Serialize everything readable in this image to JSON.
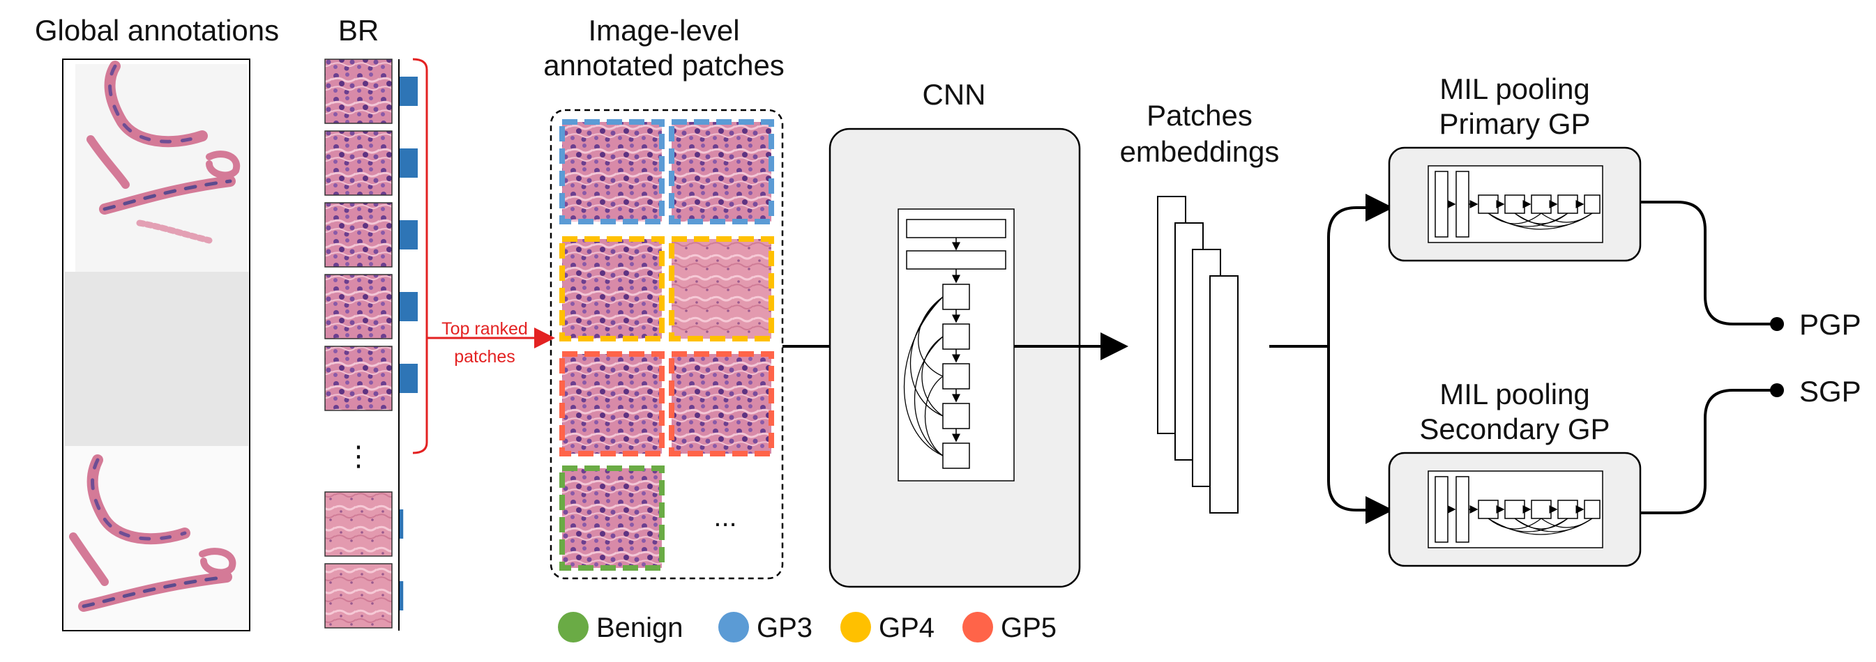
{
  "labels": {
    "global_annotations": "Global annotations",
    "br": "BR",
    "image_level_line1": "Image-level",
    "image_level_line2": "annotated patches",
    "top_ranked_line1": "Top ranked",
    "top_ranked_line2": "patches",
    "cnn": "CNN",
    "embeddings_line1": "Patches",
    "embeddings_line2": "embeddings",
    "mil_primary_line1": "MIL pooling",
    "mil_primary_line2": "Primary GP",
    "mil_secondary_line1": "MIL pooling",
    "mil_secondary_line2": "Secondary GP",
    "pgp": "PGP",
    "sgp": "SGP",
    "ellipsis_vertical": "⋮",
    "ellipsis_horizontal": "..."
  },
  "legend": [
    {
      "label": "Benign",
      "color": "#6aab45"
    },
    {
      "label": "GP3",
      "color": "#5b9bd5"
    },
    {
      "label": "GP4",
      "color": "#ffc000"
    },
    {
      "label": "GP5",
      "color": "#ff6449"
    }
  ],
  "br_bar_levels": [
    1,
    1,
    1,
    1,
    1,
    0.2,
    0.2
  ],
  "colors": {
    "arrow_red": "#e32222",
    "bar_blue": "#2e75b6",
    "box_fill": "#efefef",
    "tissue_pink": "#d9859f",
    "tissue_purple": "#7e5aa0"
  }
}
